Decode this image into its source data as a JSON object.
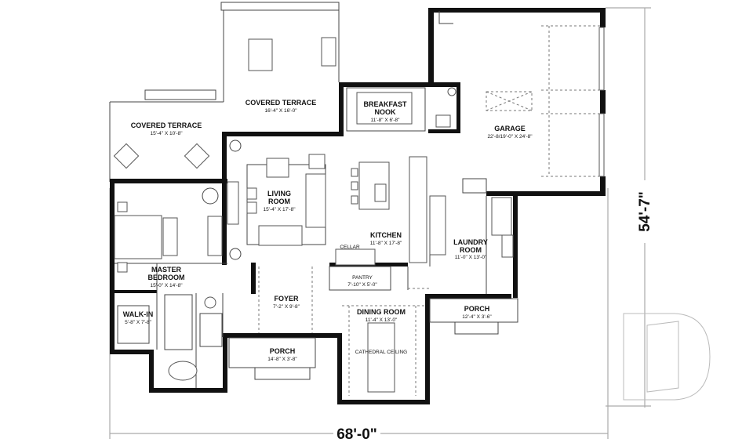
{
  "plan": {
    "overall_width": "68'-0\"",
    "overall_depth": "54'-7\"",
    "rooms": {
      "covered_terrace_center": {
        "name": "COVERED TERRACE",
        "dims": "16'-4\" X 16'-0\""
      },
      "covered_terrace_left": {
        "name": "COVERED TERRACE",
        "dims": "15'-4\" X 10'-8\""
      },
      "breakfast_nook": {
        "name_line1": "BREAKFAST",
        "name_line2": "NOOK",
        "dims": "11'-8\" X 6'-8\""
      },
      "garage": {
        "name": "GARAGE",
        "dims": "22'-8/19'-0\" X 24'-8\""
      },
      "living_room": {
        "name_line1": "LIVING",
        "name_line2": "ROOM",
        "dims": "15'-4\" X 17'-8\""
      },
      "kitchen": {
        "name": "KITCHEN",
        "dims": "11'-8\" X 17'-8\""
      },
      "cellar": {
        "name": "CELLAR"
      },
      "pantry": {
        "name": "PANTRY",
        "dims": "7'-10\" X 5'-0\""
      },
      "laundry_room": {
        "name_line1": "LAUNDRY",
        "name_line2": "ROOM",
        "dims": "11'-0\" X 13'-0\""
      },
      "master_bedroom": {
        "name_line1": "MASTER",
        "name_line2": "BEDROOM",
        "dims": "15'-0\" X 14'-8\""
      },
      "walk_in": {
        "name": "WALK-IN",
        "dims": "5'-8\" X 7'-8\""
      },
      "foyer": {
        "name": "FOYER",
        "dims": "7'-2\" X 9'-8\""
      },
      "dining_room": {
        "name": "DINING ROOM",
        "dims": "11'-4\" X 13'-0\"",
        "note": "CATHEDRAL CEILING"
      },
      "porch_front": {
        "name": "PORCH",
        "dims": "14'-8\" X 3'-8\""
      },
      "porch_side": {
        "name": "PORCH",
        "dims": "12'-4\" X 3'-6\""
      }
    }
  }
}
